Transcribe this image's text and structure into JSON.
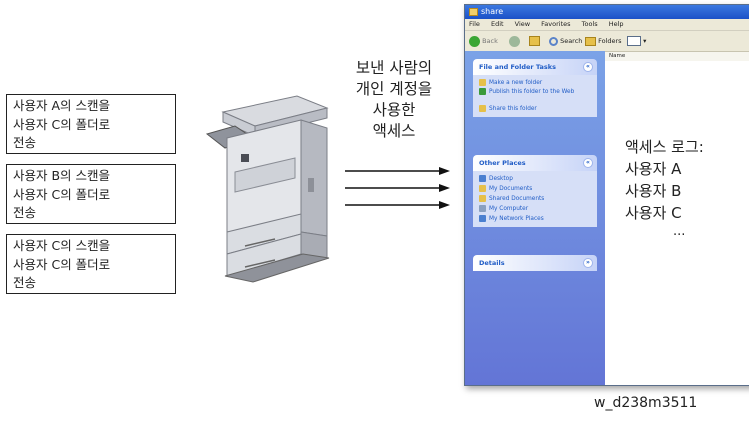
{
  "scan_boxes": [
    {
      "line1": "사용자 A의 스캔을",
      "line2": "사용자 C의 폴더로",
      "line3": "전송"
    },
    {
      "line1": "사용자 B의 스캔을",
      "line2": "사용자 C의 폴더로",
      "line3": "전송"
    },
    {
      "line1": "사용자 C의 스캔을",
      "line2": "사용자 C의 폴더로",
      "line3": "전송"
    }
  ],
  "caption": {
    "line1": "보낸 사람의",
    "line2": "개인 계정을",
    "line3": "사용한",
    "line4": "액세스"
  },
  "explorer": {
    "title": "share",
    "menu": [
      "File",
      "Edit",
      "View",
      "Favorites",
      "Tools",
      "Help"
    ],
    "toolbar": {
      "back": "Back",
      "search": "Search",
      "folders": "Folders"
    },
    "column_header": "Name",
    "panels": [
      {
        "title": "File and Folder Tasks",
        "items": [
          "Make a new folder",
          "Publish this folder to the Web",
          "Share this folder"
        ]
      },
      {
        "title": "Other Places",
        "items": [
          "Desktop",
          "My Documents",
          "Shared Documents",
          "My Computer",
          "My Network Places"
        ]
      },
      {
        "title": "Details",
        "items": []
      }
    ]
  },
  "access_log": {
    "title": "액세스 로그:",
    "entries": [
      "사용자 A",
      "사용자 B",
      "사용자 C"
    ],
    "more": "..."
  },
  "footnote": "w_d238m3511",
  "colors": {
    "titlebar": "#1b51c7",
    "taskpane": "#6f8fdc",
    "link": "#215dc6"
  }
}
